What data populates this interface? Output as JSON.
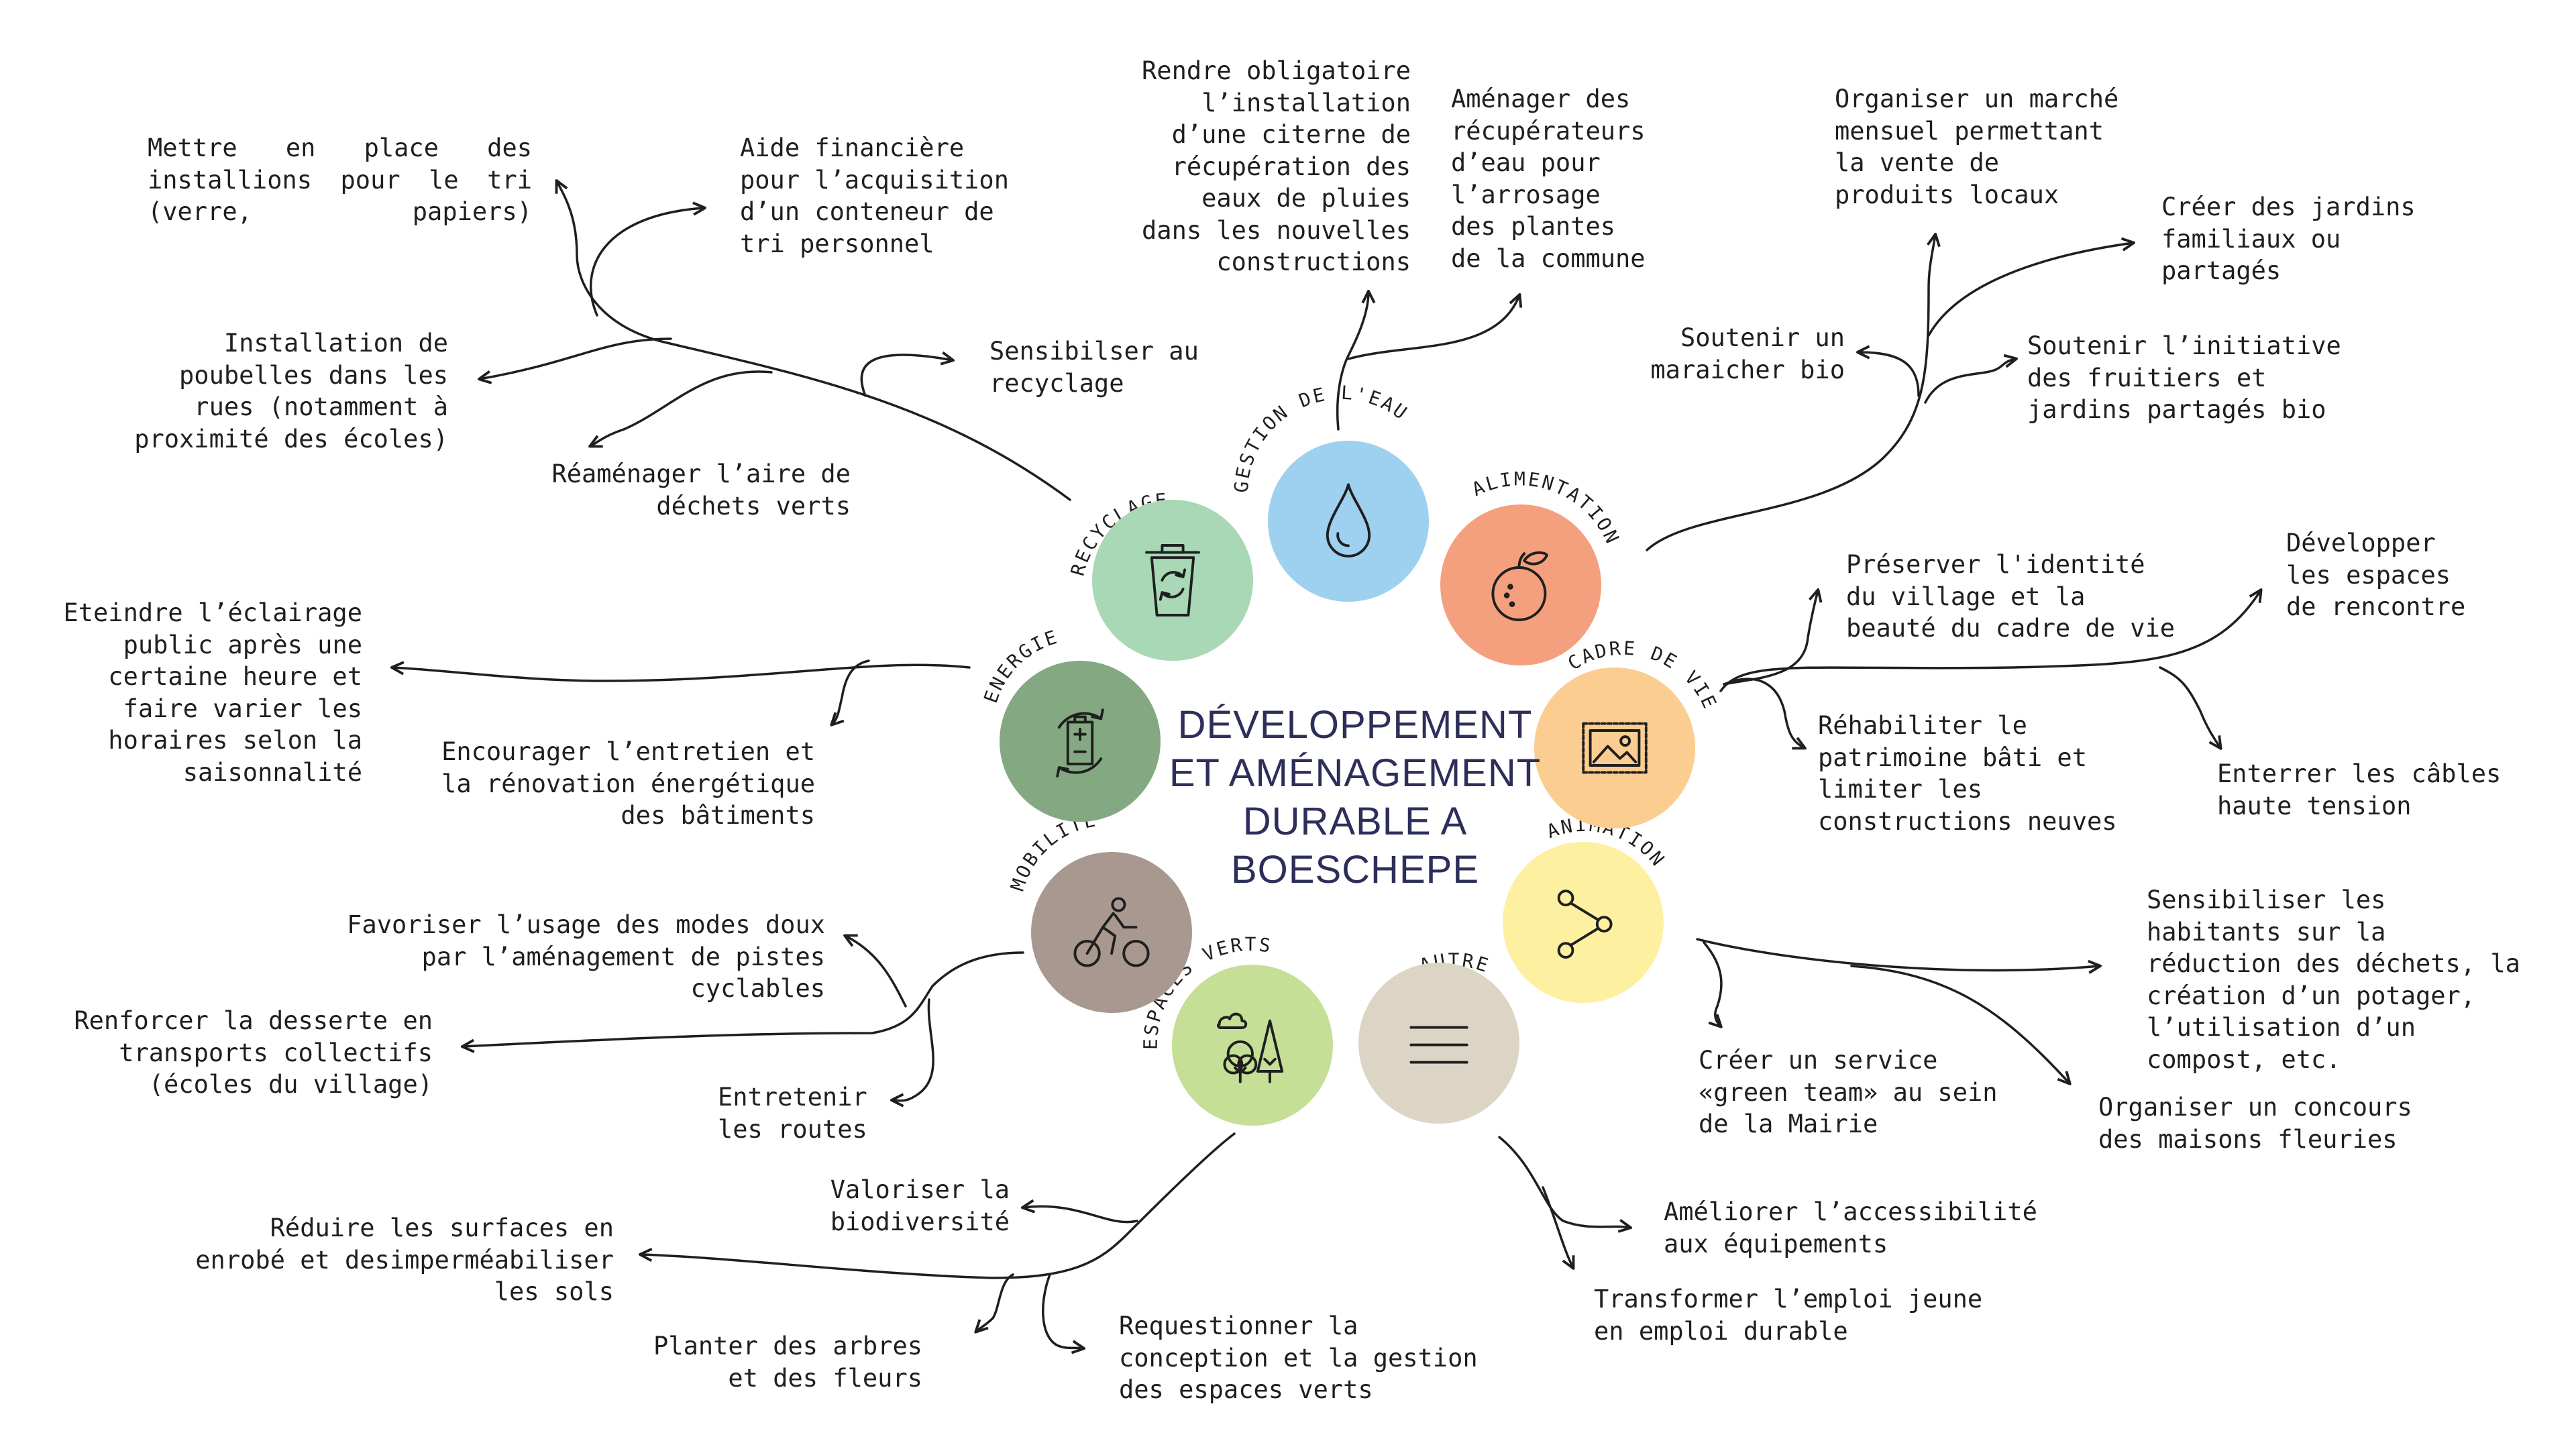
{
  "title": {
    "lines": [
      "DÉVELOPPEMENT",
      "ET AMÉNAGEMENT",
      "DURABLE A",
      "BOESCHEPE"
    ]
  },
  "categories": [
    {
      "id": "recyclage",
      "label": "RECYCLAGE",
      "color": "#a8d8b6",
      "icon": "recycle-bin-icon"
    },
    {
      "id": "eau",
      "label": "GESTION DE L'EAU",
      "color": "#9ed0ef",
      "icon": "water-drop-icon"
    },
    {
      "id": "alimentation",
      "label": "ALIMENTATION",
      "color": "#f4a07e",
      "icon": "orange-fruit-icon"
    },
    {
      "id": "cadre",
      "label": "CADRE DE VIE",
      "color": "#fbcd90",
      "icon": "landscape-picture-icon"
    },
    {
      "id": "animation",
      "label": "ANIMATION",
      "color": "#fdf0a0",
      "icon": "share-nodes-icon"
    },
    {
      "id": "autre",
      "label": "AUTRE",
      "color": "#dcd5c6",
      "icon": "menu-lines-icon"
    },
    {
      "id": "espaces",
      "label": "ESPACES VERTS",
      "color": "#c5df96",
      "icon": "trees-cloud-icon"
    },
    {
      "id": "mobilite",
      "label": "MOBILITÉ",
      "color": "#a89890",
      "icon": "cyclist-icon"
    },
    {
      "id": "energie",
      "label": "ENERGIE",
      "color": "#84a982",
      "icon": "battery-cycle-icon"
    }
  ],
  "actions": {
    "recyclage": [
      "Mettre en place des\ninstallions pour le tri\n(verre, papiers)",
      "Aide financière\npour l’acquisition\nd’un conteneur de\ntri personnel",
      "Installation de\npoubelles dans les\nrues (notamment à\nproximité des écoles)",
      "Sensibilser au\nrecyclage",
      "Réaménager l’aire de\ndéchets verts"
    ],
    "eau": [
      "Rendre obligatoire\nl’installation\nd’une citerne de\nrécupération des\neaux de pluies\ndans les nouvelles\nconstructions",
      "Aménager des\nrécupérateurs\nd’eau pour\nl’arrosage\ndes plantes\nde la commune"
    ],
    "alimentation": [
      "Organiser un marché\nmensuel permettant\nla vente de\nproduits locaux",
      "Créer des jardins\nfamiliaux ou\npartagés",
      "Soutenir un\nmaraicher bio",
      "Soutenir l’initiative\ndes fruitiers et\njardins partagés bio"
    ],
    "cadre": [
      "Préserver l'identité\ndu village et la\nbeauté du cadre de vie",
      "Développer\nles espaces\nde rencontre",
      "Réhabiliter le\npatrimoine bâti et\nlimiter les\nconstructions neuves",
      "Enterrer les câbles\nhaute tension"
    ],
    "animation": [
      "Sensibiliser les\nhabitants sur la\nréduction des déchets, la\ncréation d’un potager,\nl’utilisation d’un\ncompost, etc.",
      "Créer un service\n«green team» au sein\nde la Mairie",
      "Organiser un concours\ndes maisons fleuries"
    ],
    "autre": [
      "Améliorer l’accessibilité\naux équipements",
      "Transformer l’emploi jeune\nen emploi durable"
    ],
    "espaces": [
      "Valoriser la\nbiodiversité",
      "Réduire les surfaces en\nenrobé et desimperméabiliser\nles sols",
      "Planter des arbres\net des fleurs",
      "Requestionner la\nconception et la gestion\ndes espaces verts"
    ],
    "mobilite": [
      "Favoriser l’usage des modes doux\npar l’aménagement de pistes\ncyclables",
      "Renforcer la desserte en\ntransports collectifs\n(écoles du village)",
      "Entretenir\nles routes"
    ],
    "energie": [
      "Eteindre l’éclairage\npublic après une\ncertaine heure et\nfaire varier les\nhoraires selon la\nsaisonnalité",
      "Encourager l’entretien et\nla rénovation énergétique\ndes bâtiments"
    ]
  }
}
